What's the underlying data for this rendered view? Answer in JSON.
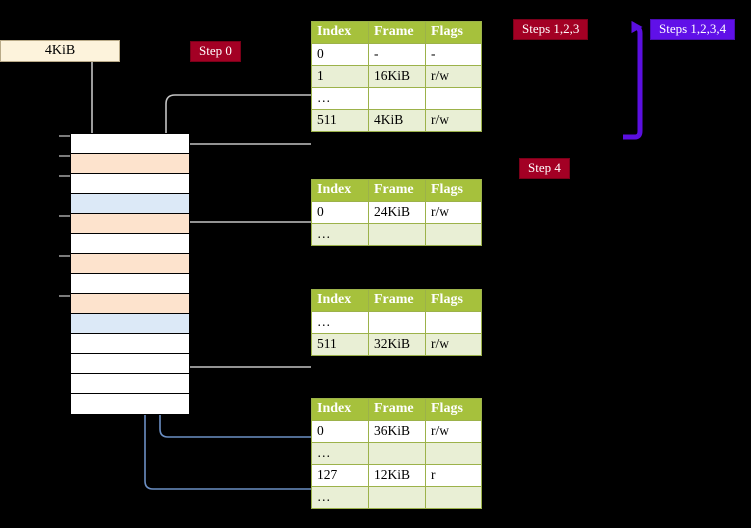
{
  "diagram": {
    "title_badges": {
      "step0": "Step 0",
      "steps123": "Steps 1,2,3",
      "steps1234": "Steps 1,2,3,4",
      "step4": "Step 4"
    },
    "memory_label": "4KiB",
    "colors": {
      "background": "#000000",
      "badge_red": "#a30024",
      "badge_purple": "#6010e8",
      "table_header": "#a6c13c",
      "table_alt_row": "#e9efd5",
      "highlight_cell": "#fdfaa8",
      "mem_orange": "#fde3cd",
      "mem_blue": "#dce9f7",
      "label_box": "#fdf3dc",
      "grey_arrow": "#b7b7b7",
      "blue_arrow": "#6b8fc4",
      "bracket_arrow": "#5b0fe0"
    },
    "memory_rows": [
      {
        "index": 0,
        "fill": "white"
      },
      {
        "index": 1,
        "fill": "orange"
      },
      {
        "index": 2,
        "fill": "white"
      },
      {
        "index": 3,
        "fill": "blue"
      },
      {
        "index": 4,
        "fill": "orange"
      },
      {
        "index": 5,
        "fill": "white"
      },
      {
        "index": 6,
        "fill": "orange"
      },
      {
        "index": 7,
        "fill": "white"
      },
      {
        "index": 8,
        "fill": "orange"
      },
      {
        "index": 9,
        "fill": "blue"
      },
      {
        "index": 10,
        "fill": "white"
      },
      {
        "index": 11,
        "fill": "white"
      },
      {
        "index": 12,
        "fill": "white"
      },
      {
        "index": 13,
        "fill": "white"
      }
    ],
    "columns": [
      "Index",
      "Frame",
      "Flags"
    ],
    "tables": [
      {
        "id": "pt0",
        "headers": [
          "Index",
          "Frame",
          "Flags"
        ],
        "rows": [
          {
            "cells": [
              "0",
              "-",
              "-"
            ],
            "alt": false,
            "highlight": false
          },
          {
            "cells": [
              "1",
              "16KiB",
              "r/w"
            ],
            "alt": true,
            "highlight": false
          },
          {
            "cells": [
              "…",
              "",
              ""
            ],
            "alt": false,
            "highlight": false
          },
          {
            "cells": [
              "511",
              "4KiB",
              "r/w"
            ],
            "alt": true,
            "highlight": true
          }
        ]
      },
      {
        "id": "pt1",
        "headers": [
          "Index",
          "Frame",
          "Flags"
        ],
        "rows": [
          {
            "cells": [
              "0",
              "24KiB",
              "r/w"
            ],
            "alt": false,
            "highlight": false
          },
          {
            "cells": [
              "…",
              "",
              ""
            ],
            "alt": true,
            "highlight": false
          }
        ]
      },
      {
        "id": "pt2",
        "headers": [
          "Index",
          "Frame",
          "Flags"
        ],
        "rows": [
          {
            "cells": [
              "…",
              "",
              ""
            ],
            "alt": false,
            "highlight": false
          },
          {
            "cells": [
              "511",
              "32KiB",
              "r/w"
            ],
            "alt": true,
            "highlight": false
          }
        ]
      },
      {
        "id": "pt3",
        "headers": [
          "Index",
          "Frame",
          "Flags"
        ],
        "rows": [
          {
            "cells": [
              "0",
              "36KiB",
              "r/w"
            ],
            "alt": false,
            "highlight": false
          },
          {
            "cells": [
              "…",
              "",
              ""
            ],
            "alt": true,
            "highlight": false
          },
          {
            "cells": [
              "127",
              "12KiB",
              "r"
            ],
            "alt": false,
            "highlight": false
          },
          {
            "cells": [
              "…",
              "",
              ""
            ],
            "alt": true,
            "highlight": false
          }
        ]
      }
    ]
  }
}
